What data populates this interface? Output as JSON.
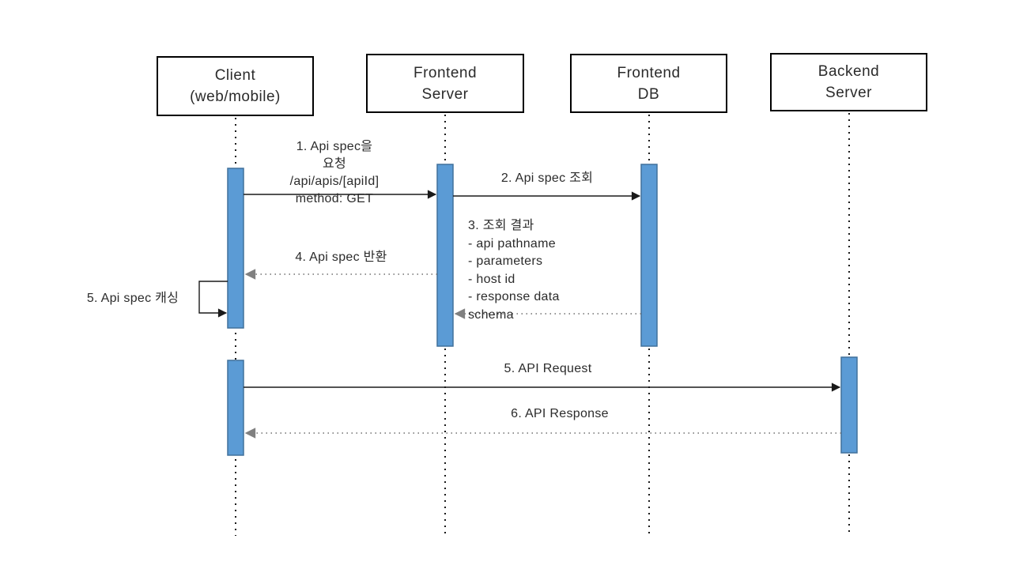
{
  "diagram_type": "sequence-diagram",
  "colors": {
    "activation_fill": "#5B9BD5",
    "activation_border": "#41719C",
    "line_color": "#1a1a1a",
    "dotted_line_color": "#6e6e6e",
    "text_color": "#2b2b2b",
    "background": "#ffffff"
  },
  "actors": [
    {
      "id": "client",
      "line1": "Client",
      "line2": "(web/mobile)"
    },
    {
      "id": "frontend-server",
      "line1": "Frontend",
      "line2": "Server"
    },
    {
      "id": "frontend-db",
      "line1": "Frontend",
      "line2": "DB"
    },
    {
      "id": "backend-server",
      "line1": "Backend",
      "line2": "Server"
    }
  ],
  "messages": {
    "m1": {
      "from": "client",
      "to": "frontend-server",
      "style": "solid",
      "lines": [
        "1. Api spec을",
        "요청",
        "/api/apis/[apiId]",
        "method: GET"
      ]
    },
    "m2": {
      "from": "frontend-server",
      "to": "frontend-db",
      "style": "solid",
      "label": "2. Api spec 조회"
    },
    "m3": {
      "from": "frontend-db",
      "to": "frontend-server",
      "style": "dotted",
      "lines": [
        "3. 조회 결과",
        "- api pathname",
        "- parameters",
        "- host id",
        "- response data",
        "schema"
      ]
    },
    "m4": {
      "from": "frontend-server",
      "to": "client",
      "style": "dotted",
      "label": "4. Api spec 반환"
    },
    "m5_self": {
      "from": "client",
      "to": "client",
      "style": "self-loop",
      "label": "5. Api spec 캐싱"
    },
    "m5": {
      "from": "client",
      "to": "backend-server",
      "style": "solid",
      "label": "5. API Request"
    },
    "m6": {
      "from": "backend-server",
      "to": "client",
      "style": "dotted",
      "label": "6. API Response"
    }
  }
}
